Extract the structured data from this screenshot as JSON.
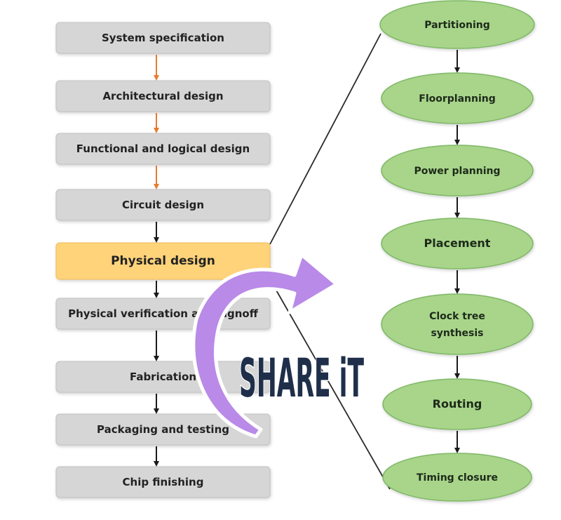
{
  "left_flow": {
    "steps": [
      "System specification",
      "Architectural design",
      "Functional and logical design",
      "Circuit design",
      "Physical design",
      "Physical verification and signoff",
      "Fabrication",
      "Packaging and testing",
      "Chip finishing"
    ],
    "highlighted_step": "Physical design"
  },
  "right_flow": {
    "steps": [
      [
        "Partitioning"
      ],
      [
        "Floorplanning"
      ],
      [
        "Power planning"
      ],
      [
        "Placement"
      ],
      [
        "Clock tree",
        "synthesis"
      ],
      [
        "Routing"
      ],
      [
        "Timing closure"
      ]
    ]
  },
  "overlay": {
    "text": "SHARE iT",
    "arrow_color": "#b98ae8",
    "text_color": "#1f2f4a"
  },
  "colors": {
    "gray_box": "#d6d6d6",
    "gray_box_border": "#c2c2c2",
    "highlight_box": "#ffd37a",
    "green_node": "#a8d58a",
    "green_node_border": "#7fb866",
    "orange_arrow": "#ea7a2c",
    "black_arrow": "#1a1a1a"
  }
}
